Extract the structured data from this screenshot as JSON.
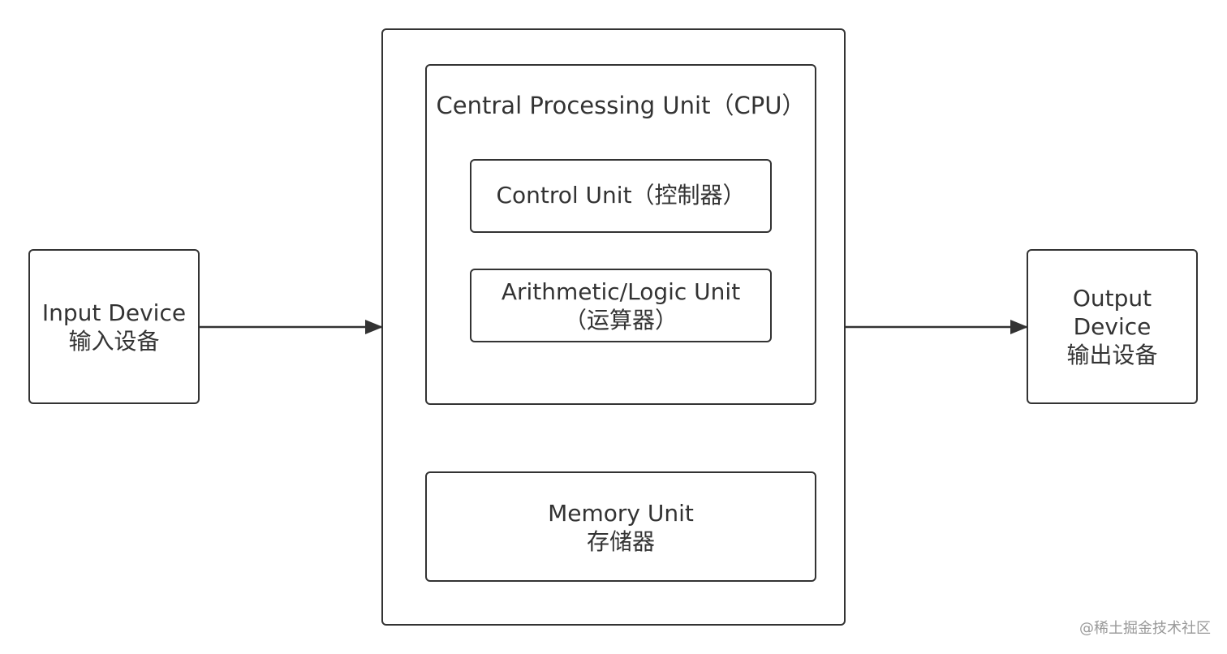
{
  "system": {
    "cpu": {
      "title": "Central Processing Unit（CPU）",
      "control_unit": "Control Unit（控制器）",
      "alu_line1": "Arithmetic/Logic Unit",
      "alu_line2": "（运算器）"
    },
    "memory": {
      "line1": "Memory Unit",
      "line2": "存储器"
    }
  },
  "input_device": {
    "line1": "Input Device",
    "line2": "输入设备"
  },
  "output_device": {
    "line1": "Output",
    "line2": "Device",
    "line3": "输出设备"
  },
  "watermark": "@稀土掘金技术社区",
  "colors": {
    "stroke": "#333333",
    "text": "#333333",
    "watermark": "#999999"
  }
}
